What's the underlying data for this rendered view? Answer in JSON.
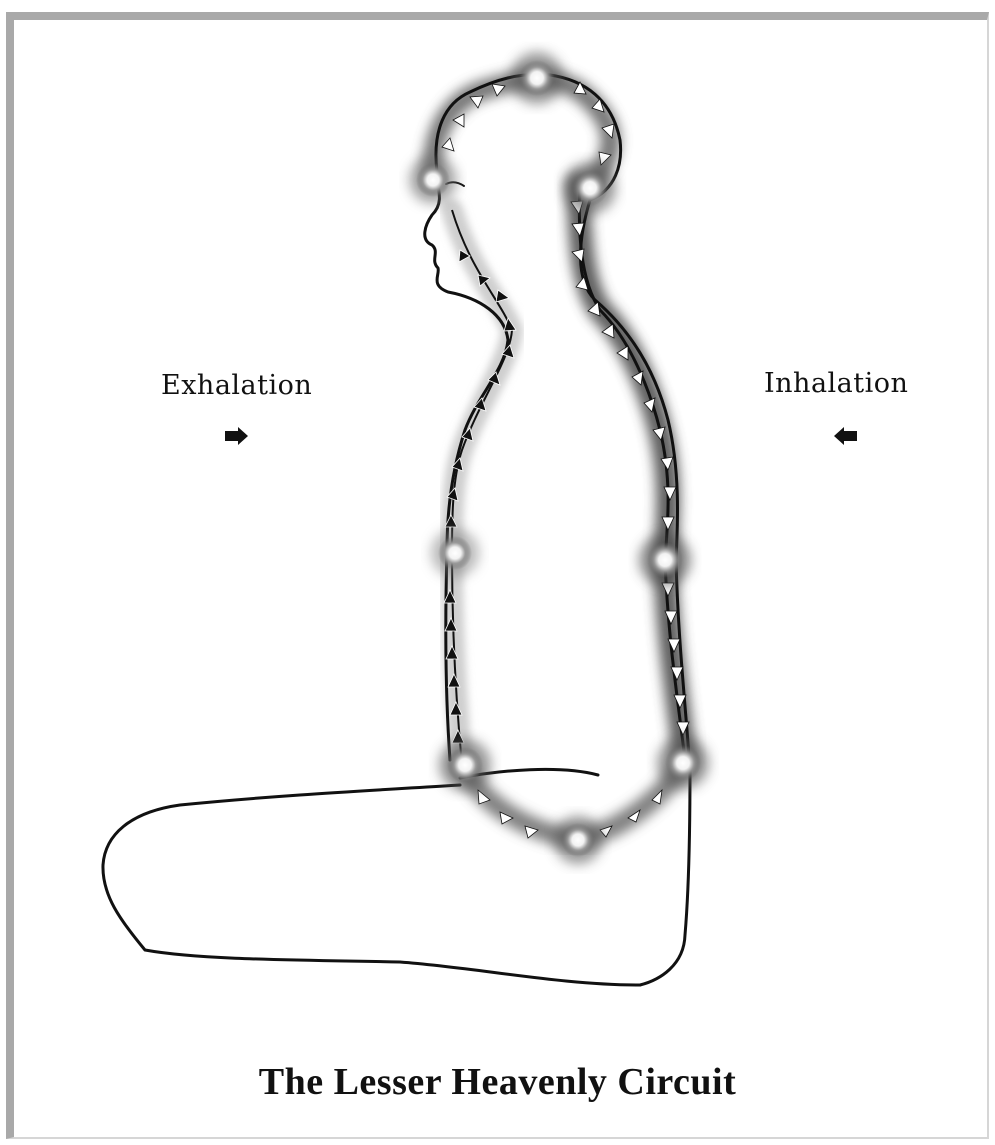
{
  "diagram": {
    "title": "The Lesser Heavenly Circuit",
    "labels": {
      "exhalation": "Exhalation",
      "inhalation": "Inhalation"
    },
    "colors": {
      "line": "#111111",
      "front_channel_glow": "#c6c6c6",
      "back_channel_glow": "#3a3a3a",
      "frame": "#a9a9a9"
    },
    "icons": {
      "exhalation_arrow": "arrow-right-icon",
      "inhalation_arrow": "arrow-left-icon",
      "energy_point": "glowing-orb-icon",
      "flow_marker": "triangle-arrow-icon"
    }
  }
}
